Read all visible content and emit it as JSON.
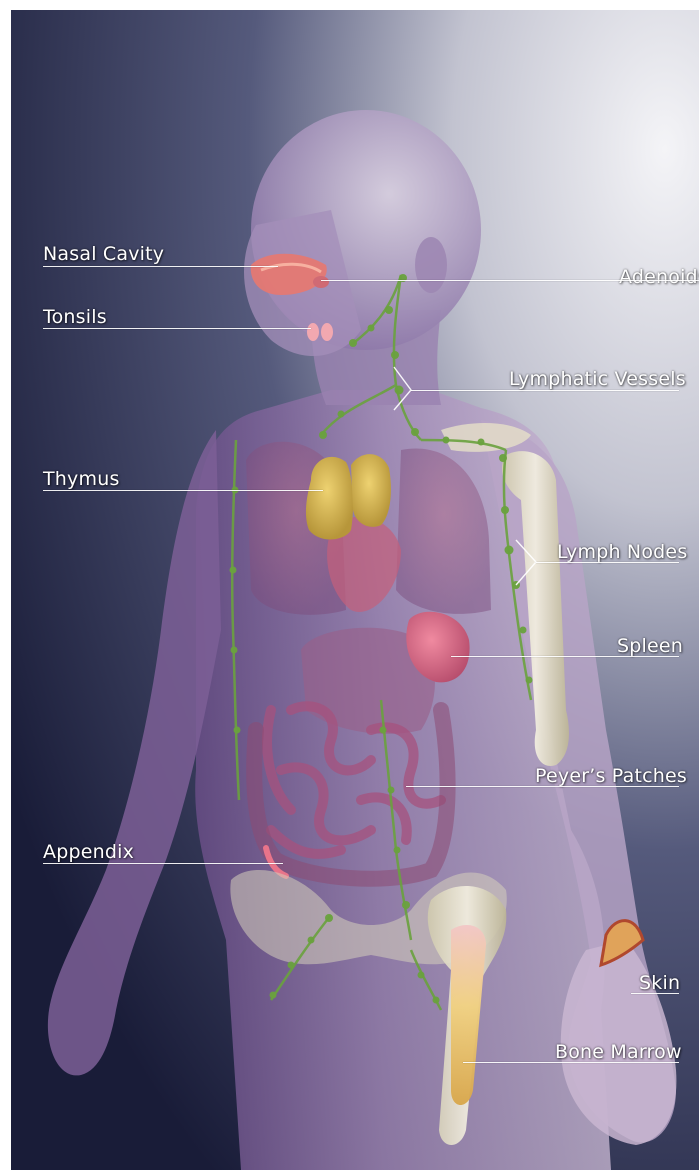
{
  "labels": {
    "nasal_cavity": "Nasal Cavity",
    "adenoids": "Adenoids",
    "tonsils": "Tonsils",
    "lymphatic_vessels": "Lymphatic Vessels",
    "thymus": "Thymus",
    "lymph_nodes": "Lymph Nodes",
    "spleen": "Spleen",
    "peyers_patches": "Peyer’s Patches",
    "appendix": "Appendix",
    "skin": "Skin",
    "bone_marrow": "Bone Marrow"
  },
  "colors": {
    "background_dark": "#1a1d3a",
    "background_light": "#e8e8ee",
    "body_tint": "#9a7fb3",
    "lymph_green": "#5f9a3a",
    "thymus_yellow": "#cdb24a",
    "spleen_pink": "#d86a85",
    "label_text": "#ffffff"
  }
}
